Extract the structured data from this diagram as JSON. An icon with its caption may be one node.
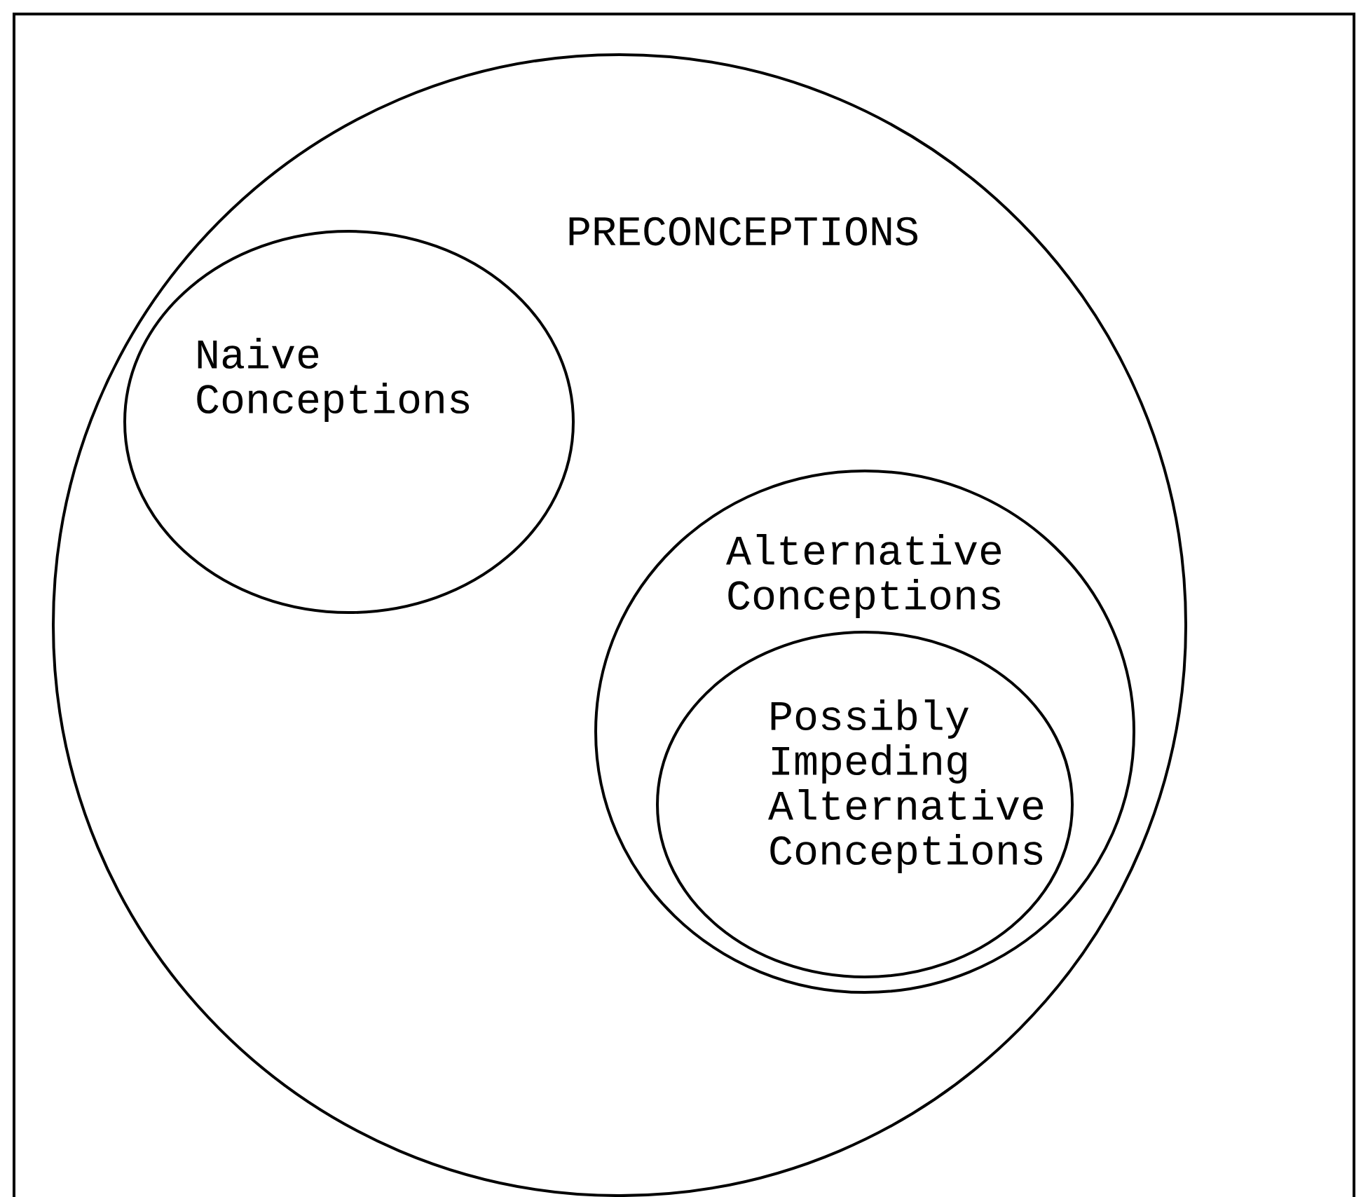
{
  "diagram": {
    "nodes": [
      {
        "text": [
          "PRECONCEPTIONS"
        ]
      },
      {
        "text": [
          "Naive Conceptions"
        ],
        "in": 0
      },
      {
        "text": [
          "Alternative Conceptions"
        ],
        "in": 0
      },
      {
        "text": [
          "Possibly Impeding Alternative Conceptions"
        ],
        "in": 2
      }
    ]
  }
}
